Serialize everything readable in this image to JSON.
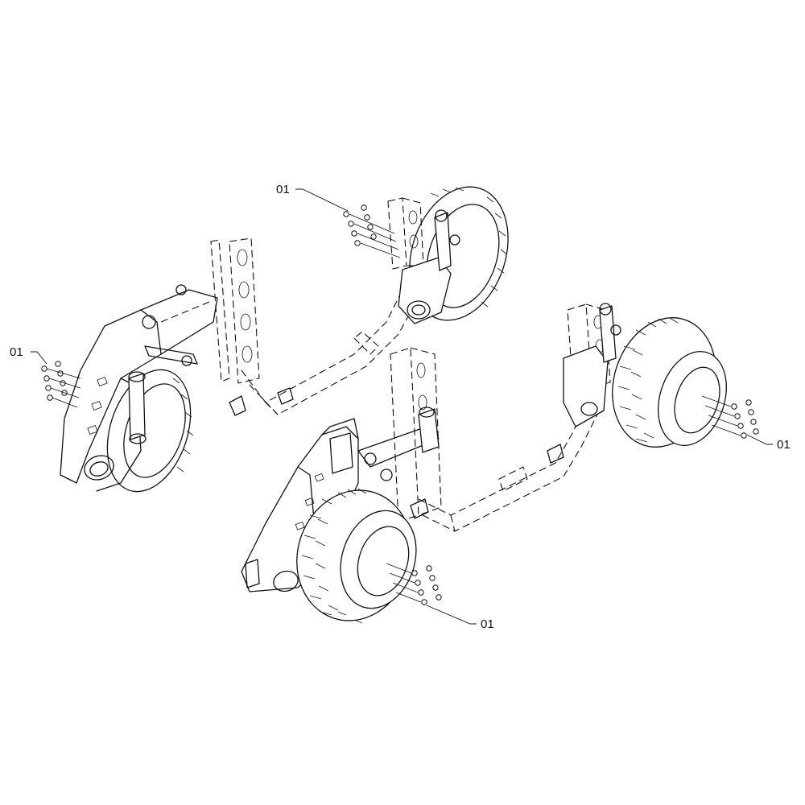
{
  "callouts": [
    {
      "label": "01"
    },
    {
      "label": "01"
    },
    {
      "label": "01"
    },
    {
      "label": "01"
    }
  ]
}
